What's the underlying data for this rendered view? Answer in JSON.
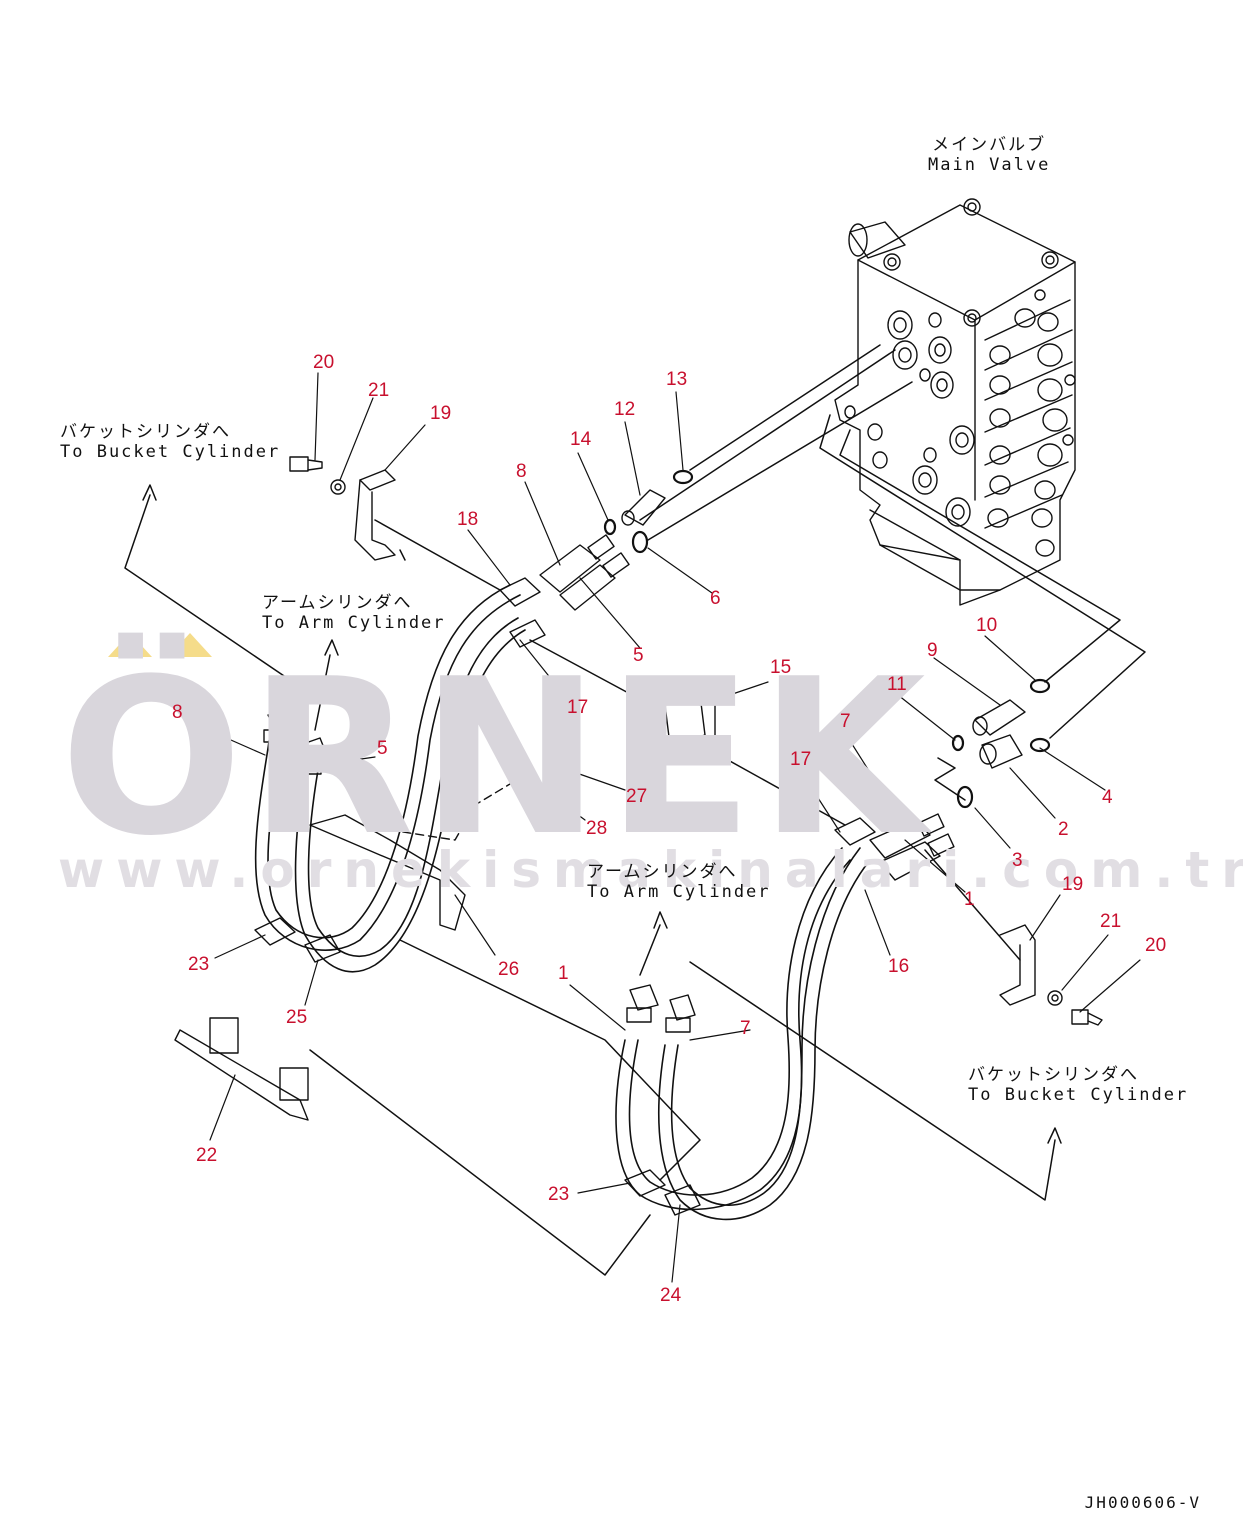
{
  "drawing_code": "JH000606-V",
  "watermark": {
    "brand": "ÖRNEK",
    "url": "www.ornekismakinalari.com.tr"
  },
  "labels": {
    "main_valve_jp": "メインバルブ",
    "main_valve_en": "Main Valve",
    "bucket_left_jp": "バケットシリンダへ",
    "bucket_left_en": "To Bucket Cylinder",
    "arm_left_jp": "アームシリンダへ",
    "arm_left_en": "To Arm Cylinder",
    "arm_center_jp": "アームシリンダへ",
    "arm_center_en": "To Arm Cylinder",
    "bucket_right_jp": "バケットシリンダへ",
    "bucket_right_en": "To Bucket Cylinder"
  },
  "parts": [
    {
      "key": "p20a",
      "label": "20"
    },
    {
      "key": "p21a",
      "label": "21"
    },
    {
      "key": "p19a",
      "label": "19"
    },
    {
      "key": "p13",
      "label": "13"
    },
    {
      "key": "p12",
      "label": "12"
    },
    {
      "key": "p14",
      "label": "14"
    },
    {
      "key": "p8a",
      "label": "8"
    },
    {
      "key": "p18",
      "label": "18"
    },
    {
      "key": "p6",
      "label": "6"
    },
    {
      "key": "p5a",
      "label": "5"
    },
    {
      "key": "p10",
      "label": "10"
    },
    {
      "key": "p9",
      "label": "9"
    },
    {
      "key": "p15",
      "label": "15"
    },
    {
      "key": "p17a",
      "label": "17"
    },
    {
      "key": "p11",
      "label": "11"
    },
    {
      "key": "p8b",
      "label": "8"
    },
    {
      "key": "p5b",
      "label": "5"
    },
    {
      "key": "p7a",
      "label": "7"
    },
    {
      "key": "p4",
      "label": "4"
    },
    {
      "key": "p17b",
      "label": "17"
    },
    {
      "key": "p27",
      "label": "27"
    },
    {
      "key": "p2",
      "label": "2"
    },
    {
      "key": "p28",
      "label": "28"
    },
    {
      "key": "p3",
      "label": "3"
    },
    {
      "key": "p1a",
      "label": "1"
    },
    {
      "key": "p19b",
      "label": "19"
    },
    {
      "key": "p21b",
      "label": "21"
    },
    {
      "key": "p16",
      "label": "16"
    },
    {
      "key": "p20b",
      "label": "20"
    },
    {
      "key": "p23a",
      "label": "23"
    },
    {
      "key": "p26",
      "label": "26"
    },
    {
      "key": "p1b",
      "label": "1"
    },
    {
      "key": "p25",
      "label": "25"
    },
    {
      "key": "p7b",
      "label": "7"
    },
    {
      "key": "p22",
      "label": "22"
    },
    {
      "key": "p23b",
      "label": "23"
    },
    {
      "key": "p24",
      "label": "24"
    }
  ]
}
